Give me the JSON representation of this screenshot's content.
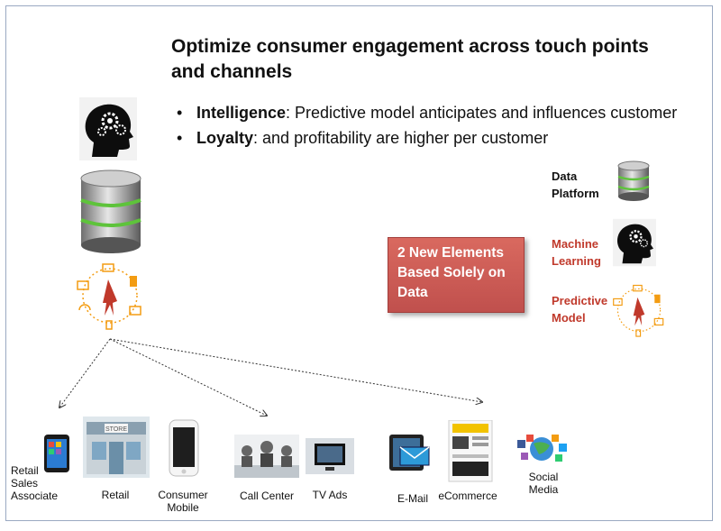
{
  "title": "Optimize consumer engagement across touch points and channels",
  "bullets": [
    {
      "bold": "Intelligence",
      "text": ": Predictive model anticipates and influences customer"
    },
    {
      "bold": "Loyalty",
      "text": ": and profitability are higher per customer"
    }
  ],
  "callout": {
    "line1": "2 New Elements",
    "line2": "Based Solely on",
    "line3": "Data"
  },
  "legend": {
    "data_platform_1": "Data",
    "data_platform_2": "Platform",
    "ml_1": "Machine",
    "ml_2": "Learning",
    "pm_1": "Predictive",
    "pm_2": "Model"
  },
  "channels": {
    "retail_sales_associate": [
      "Retail",
      "Sales",
      "Associate"
    ],
    "retail": "Retail",
    "consumer_mobile": [
      "Consumer",
      "Mobile"
    ],
    "call_center": "Call Center",
    "tv_ads": "TV Ads",
    "email": "E-Mail",
    "ecommerce": "eCommerce",
    "social_media": [
      "Social",
      "Media"
    ]
  },
  "storefront_sign": "STORE",
  "colors": {
    "accent_red": "#c0392b",
    "callout_fill": "#c0504d",
    "orange_icon": "#f39c12",
    "db_green": "#5ec33b",
    "frame_border": "#9aa9c2"
  },
  "icons": [
    "head-gear-icon",
    "database-icon",
    "customer-channels-icon",
    "tablet-icon",
    "storefront-icon",
    "smartphone-icon",
    "call-center-icon",
    "tv-icon",
    "email-icon",
    "ecommerce-icon",
    "social-media-icon"
  ]
}
